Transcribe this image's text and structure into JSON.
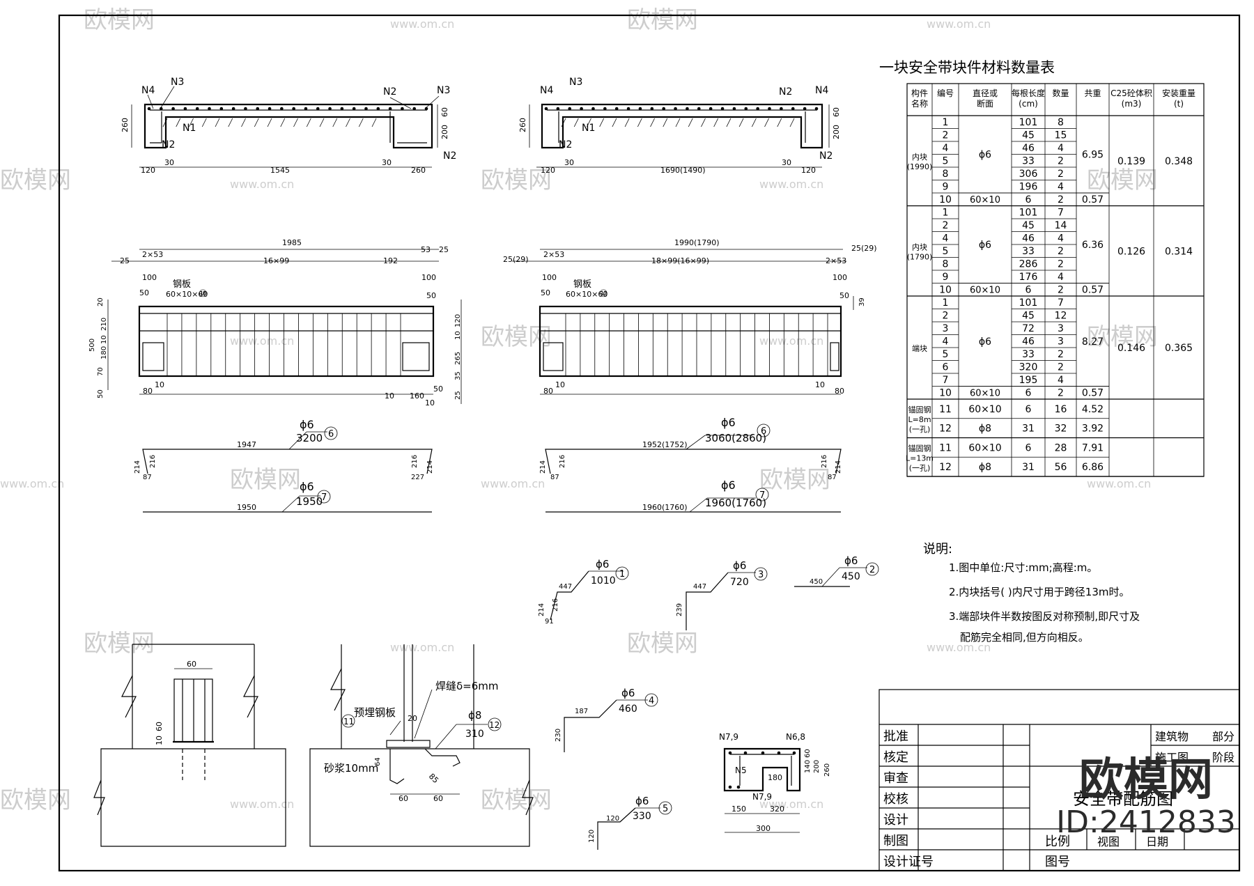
{
  "watermark": {
    "site": "www.om.cn",
    "brand": "欧模网"
  },
  "brand": {
    "logo": "欧模网",
    "id": "ID:2412833"
  },
  "section_top_left": {
    "labels": [
      "N4",
      "N3",
      "N2",
      "N3",
      "N1",
      "N2",
      "N2"
    ],
    "dims_vertical": [
      "260",
      "60",
      "200"
    ],
    "dims_horizontal": [
      "120",
      "30",
      "1545",
      "30",
      "260"
    ]
  },
  "section_top_right": {
    "labels": [
      "N4",
      "N3",
      "N2",
      "N4",
      "N1",
      "N2",
      "N2"
    ],
    "dims_vertical": [
      "260",
      "60",
      "200"
    ],
    "dims_horizontal": [
      "120",
      "30",
      "1690(1490)",
      "30",
      "120"
    ]
  },
  "elevation_left": {
    "top_dims": [
      "1985",
      "25",
      "2×53",
      "16×99",
      "192",
      "53",
      "25",
      "100",
      "100",
      "50",
      "50"
    ],
    "plate_label": "钢板",
    "plate_size": "60×10×60",
    "plate_no": "⑩",
    "left_dims": [
      "20",
      "210",
      "500",
      "10",
      "180",
      "70",
      "50"
    ],
    "right_dims": [
      "120",
      "10",
      "265",
      "35",
      "25"
    ],
    "bottom_dims": [
      "80",
      "10",
      "10",
      "160",
      "50",
      "10"
    ]
  },
  "elevation_right": {
    "top_dims": [
      "1990(1790)",
      "25(29)",
      "2×53",
      "18×99(16×99)",
      "2×53",
      "25(29)",
      "100",
      "100",
      "50",
      "50"
    ],
    "plate_label": "钢板",
    "plate_size": "60×10×60",
    "plate_no": "⑩",
    "right_dims": [
      "39"
    ],
    "bottom_dims": [
      "80",
      "10",
      "10",
      "80"
    ]
  },
  "bars": [
    {
      "dia": "ϕ6",
      "len": "3200",
      "no": "6",
      "span": "1947",
      "end_dims": [
        "214",
        "216",
        "87",
        "216",
        "214",
        "227"
      ]
    },
    {
      "dia": "ϕ6",
      "len": "1950",
      "no": "7",
      "span": "1950"
    },
    {
      "dia": "ϕ6",
      "len": "3060(2860)",
      "no": "6",
      "span": "1952(1752)",
      "end_dims": [
        "214",
        "216",
        "87",
        "216",
        "214",
        "87"
      ]
    },
    {
      "dia": "ϕ6",
      "len": "1960(1760)",
      "no": "7",
      "span": "1960(1760)"
    },
    {
      "dia": "ϕ6",
      "len": "1010",
      "no": "1",
      "dims": [
        "447",
        "216",
        "214",
        "91"
      ]
    },
    {
      "dia": "ϕ6",
      "len": "720",
      "no": "3",
      "dims": [
        "447",
        "239"
      ]
    },
    {
      "dia": "ϕ6",
      "len": "450",
      "no": "2",
      "dims": [
        "450"
      ]
    },
    {
      "dia": "ϕ6",
      "len": "460",
      "no": "4",
      "dims": [
        "187",
        "230"
      ]
    },
    {
      "dia": "ϕ6",
      "len": "330",
      "no": "5",
      "dims": [
        "120",
        "120"
      ]
    }
  ],
  "detail_left": {
    "dims": [
      "60",
      "60",
      "10"
    ]
  },
  "detail_right": {
    "weld": "焊缝δ=6mm",
    "plate": "预埋钢板",
    "plate_no": "11",
    "mortar": "砂浆10mm",
    "bar_dia": "ϕ8",
    "bar_len": "310",
    "bar_no": "12",
    "dims": [
      "20",
      "64",
      "60",
      "60",
      "85"
    ]
  },
  "small_section": {
    "labels": [
      "N7,9",
      "N6,8",
      "N5",
      "N7,9"
    ],
    "dims": [
      "180",
      "60",
      "140",
      "200",
      "260",
      "150",
      "320",
      "300"
    ]
  },
  "table": {
    "title": "一块安全带块件材料数量表",
    "headers": [
      "构件\n名称",
      "编号",
      "直径或\n断面",
      "每根长度\n(cm)",
      "数量",
      "共重",
      "C25砼体积\n(m3)",
      "安装重量\n(t)"
    ],
    "groups": [
      {
        "name": "内块\n(1990)",
        "rows": [
          [
            "1",
            "101",
            "8"
          ],
          [
            "2",
            "45",
            "15"
          ],
          [
            "4",
            "46",
            "4"
          ],
          [
            "5",
            "33",
            "2"
          ],
          [
            "8",
            "306",
            "2"
          ],
          [
            "9",
            "196",
            "4"
          ],
          [
            "10",
            "6",
            "2"
          ]
        ],
        "dia": "ϕ6",
        "dia2": "60×10",
        "weight": "6.95",
        "weight2": "0.57",
        "vol": "0.139",
        "inst": "0.348"
      },
      {
        "name": "内块\n(1790)",
        "rows": [
          [
            "1",
            "101",
            "7"
          ],
          [
            "2",
            "45",
            "14"
          ],
          [
            "4",
            "46",
            "4"
          ],
          [
            "5",
            "33",
            "2"
          ],
          [
            "8",
            "286",
            "2"
          ],
          [
            "9",
            "176",
            "4"
          ],
          [
            "10",
            "6",
            "2"
          ]
        ],
        "dia": "ϕ6",
        "dia2": "60×10",
        "weight": "6.36",
        "weight2": "0.57",
        "vol": "0.126",
        "inst": "0.314"
      },
      {
        "name": "端块",
        "rows": [
          [
            "1",
            "101",
            "7"
          ],
          [
            "2",
            "45",
            "12"
          ],
          [
            "3",
            "72",
            "3"
          ],
          [
            "4",
            "46",
            "3"
          ],
          [
            "5",
            "33",
            "2"
          ],
          [
            "6",
            "320",
            "2"
          ],
          [
            "7",
            "195",
            "4"
          ],
          [
            "10",
            "6",
            "2"
          ]
        ],
        "dia": "ϕ6",
        "dia2": "60×10",
        "weight": "8.27",
        "weight2": "0.57",
        "vol": "0.146",
        "inst": "0.365"
      },
      {
        "name": "锚固钢\nL=8m\n(一孔)",
        "rows": [
          [
            "11",
            "60×10",
            "6",
            "16",
            "4.52"
          ],
          [
            "12",
            "ϕ8",
            "31",
            "32",
            "3.92"
          ]
        ]
      },
      {
        "name": "锚固钢\nL=13m\n(一孔)",
        "rows": [
          [
            "11",
            "60×10",
            "6",
            "28",
            "7.91"
          ],
          [
            "12",
            "ϕ8",
            "31",
            "56",
            "6.86"
          ]
        ]
      }
    ]
  },
  "notes": {
    "heading": "说明:",
    "items": [
      "1.图中单位:尺寸:mm;高程:m。",
      "2.内块括号( )内尺寸用于跨径13m时。",
      "3.端部块件半数按图反对称预制,即尺寸及",
      "配筋完全相同,但方向相反。"
    ]
  },
  "title_block": {
    "roles": [
      "批准",
      "核定",
      "审查",
      "校核",
      "设计",
      "制图",
      "设计证号"
    ],
    "right_top": [
      "建筑物",
      "部分",
      "施工图",
      "阶段"
    ],
    "drawing_name": "安全带配筋图",
    "scale_label": "比例",
    "view": "视图",
    "date": "日期",
    "drawing_no": "图号"
  }
}
